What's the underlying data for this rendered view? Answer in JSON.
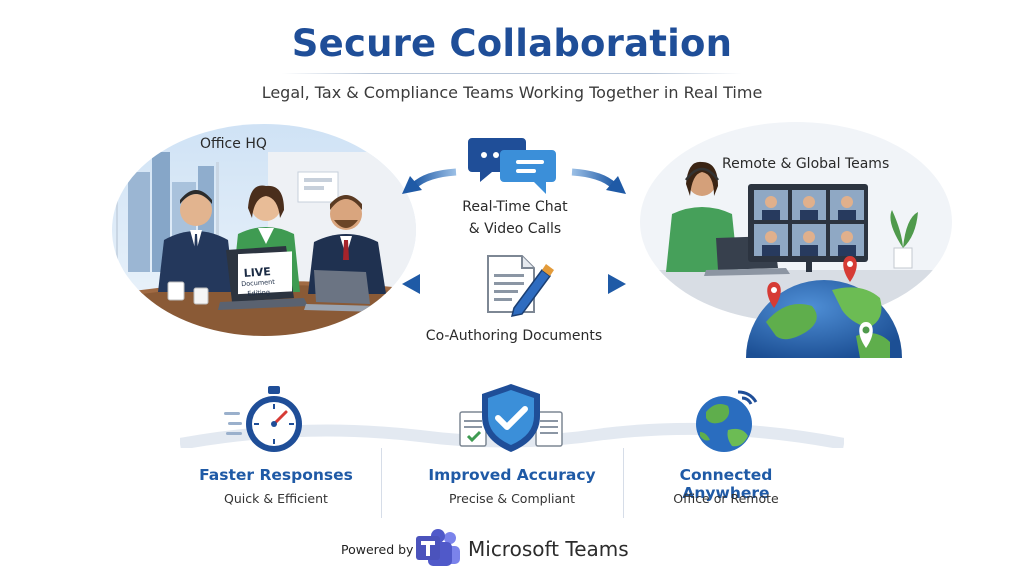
{
  "header": {
    "title": "Secure Collaboration",
    "subtitle": "Legal, Tax & Compliance Teams Working Together in Real Time"
  },
  "left_scene": {
    "label": "Office HQ",
    "laptop_badge_big": "LIVE",
    "laptop_badge_small": "Document Editing"
  },
  "right_scene": {
    "label": "Remote & Global Teams"
  },
  "center": {
    "chat_label_line1": "Real-Time Chat",
    "chat_label_line2": "& Video Calls",
    "doc_label": "Co-Authoring Documents"
  },
  "features": [
    {
      "title": "Faster Responses",
      "subtitle": "Quick & Efficient",
      "icon": "stopwatch-icon"
    },
    {
      "title": "Improved Accuracy",
      "subtitle": "Precise & Compliant",
      "icon": "shield-check-icon"
    },
    {
      "title": "Connected Anywhere",
      "subtitle": "Office or Remote",
      "icon": "globe-wifi-icon"
    }
  ],
  "footer": {
    "powered_by": "Powered by",
    "brand": "Microsoft Teams"
  },
  "colors": {
    "brand_blue": "#1f4e98",
    "accent_blue": "#1f5aa6",
    "teams_purple": "#5059c9"
  }
}
